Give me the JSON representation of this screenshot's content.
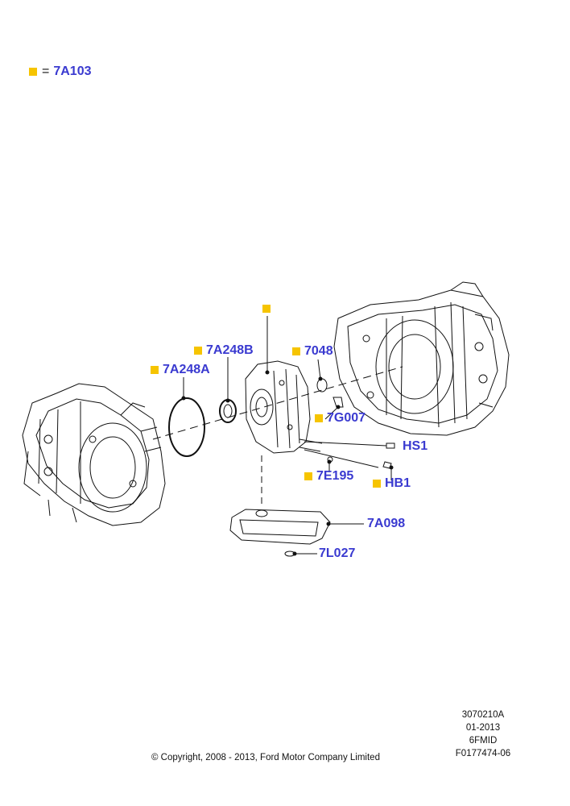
{
  "legend": {
    "marker_label": "7A103",
    "equals": "="
  },
  "callouts": [
    {
      "id": "c-top",
      "label": ""
    },
    {
      "id": "c-7a248b",
      "label": "7A248B"
    },
    {
      "id": "c-7a248a",
      "label": "7A248A"
    },
    {
      "id": "c-7048",
      "label": "7048"
    },
    {
      "id": "c-7g007",
      "label": "7G007"
    },
    {
      "id": "c-hs1",
      "label": "HS1"
    },
    {
      "id": "c-7e195",
      "label": "7E195"
    },
    {
      "id": "c-hb1",
      "label": "HB1"
    },
    {
      "id": "c-7a098",
      "label": "7A098"
    },
    {
      "id": "c-7l027",
      "label": "7L027"
    }
  ],
  "meta": {
    "code": "3070210A",
    "date": "01-2013",
    "model": "6FMID",
    "ref": "F0177474-06"
  },
  "copyright": "© Copyright, 2008 - 2013, Ford Motor Company Limited",
  "colors": {
    "marker": "#f6c400",
    "label": "#3a3ad0",
    "line": "#111111"
  }
}
